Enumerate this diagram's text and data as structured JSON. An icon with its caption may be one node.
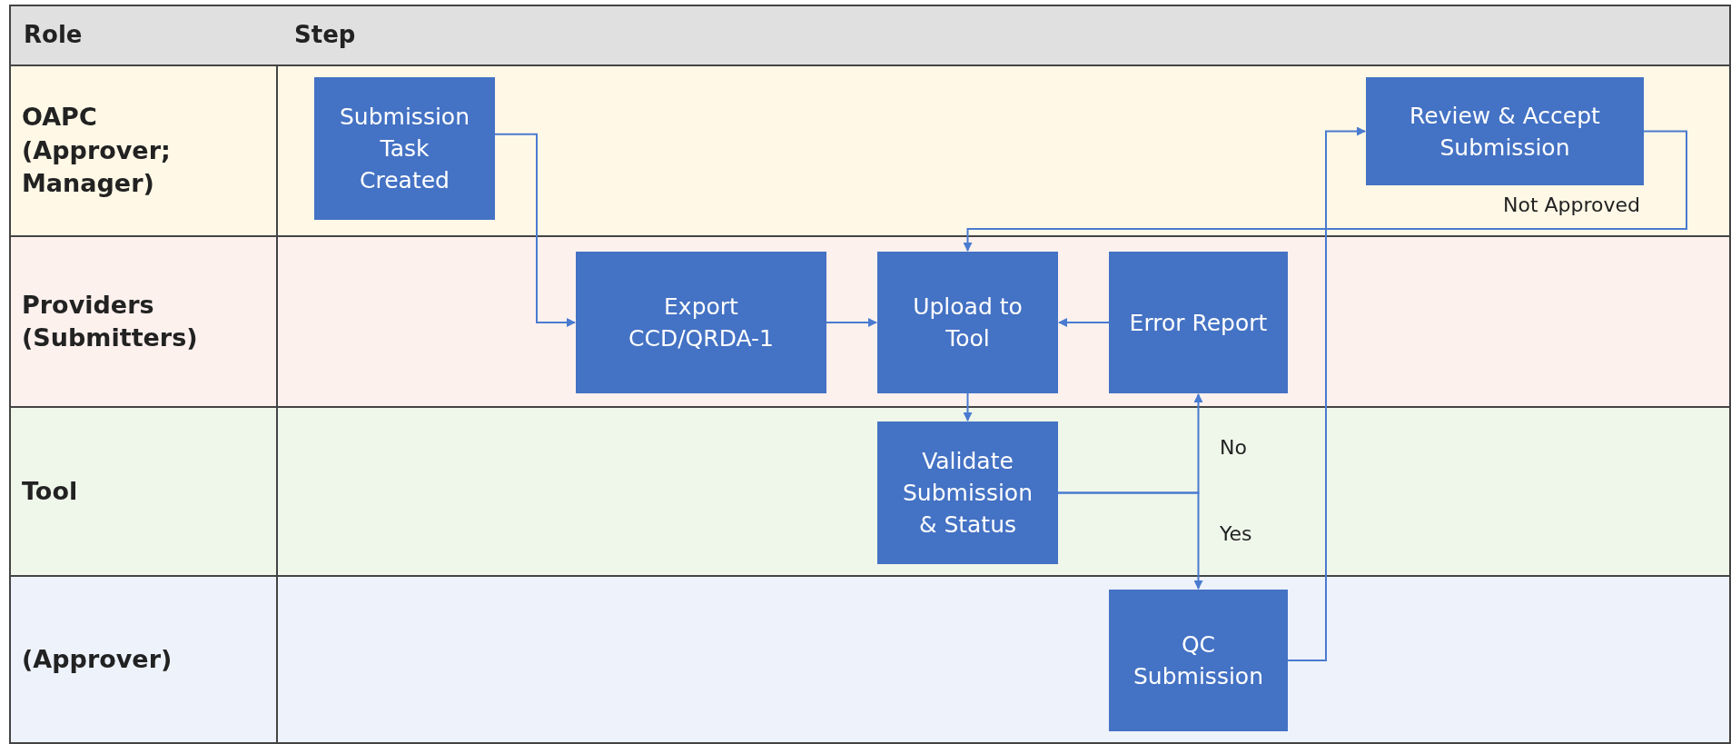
{
  "diagram": {
    "nodes": [
      {
        "text": [
          "OAPC (Approver; Manager)"
        ]
      },
      {
        "text": [
          "Submission Task Created"
        ],
        "in": 0
      },
      {
        "text": [
          "Review & Accept Submission"
        ],
        "in": 0
      },
      {
        "text": [
          "Providers (Submitters)"
        ]
      },
      {
        "text": [
          "Export CCD/QRDA-1"
        ],
        "in": 3
      },
      {
        "text": [
          "Upload to Tool"
        ],
        "in": 3
      },
      {
        "text": [
          "Error Report"
        ],
        "in": 3
      },
      {
        "text": [
          "Tool"
        ]
      },
      {
        "text": [
          "Validate Submission & Status"
        ],
        "in": 7
      },
      {
        "text": [
          "(Approver)"
        ]
      },
      {
        "text": [
          "QC Submission"
        ],
        "in": 9
      }
    ],
    "edges": [
      {
        "from": 1,
        "to": 4,
        "arrow": "to"
      },
      {
        "from": 4,
        "to": 5,
        "arrow": "to"
      },
      {
        "from": 6,
        "to": 5,
        "arrow": "to"
      },
      {
        "from": 5,
        "to": 8,
        "arrow": "to"
      },
      {
        "from": 8,
        "to": 6,
        "arrow": "to",
        "label": "No"
      },
      {
        "from": 8,
        "to": 10,
        "arrow": "to",
        "label": "Yes"
      },
      {
        "from": 10,
        "to": 2,
        "arrow": "to"
      },
      {
        "from": 2,
        "to": 5,
        "arrow": "to",
        "label": "Not Approved"
      }
    ],
    "labels": [
      "Role",
      "Step"
    ]
  }
}
